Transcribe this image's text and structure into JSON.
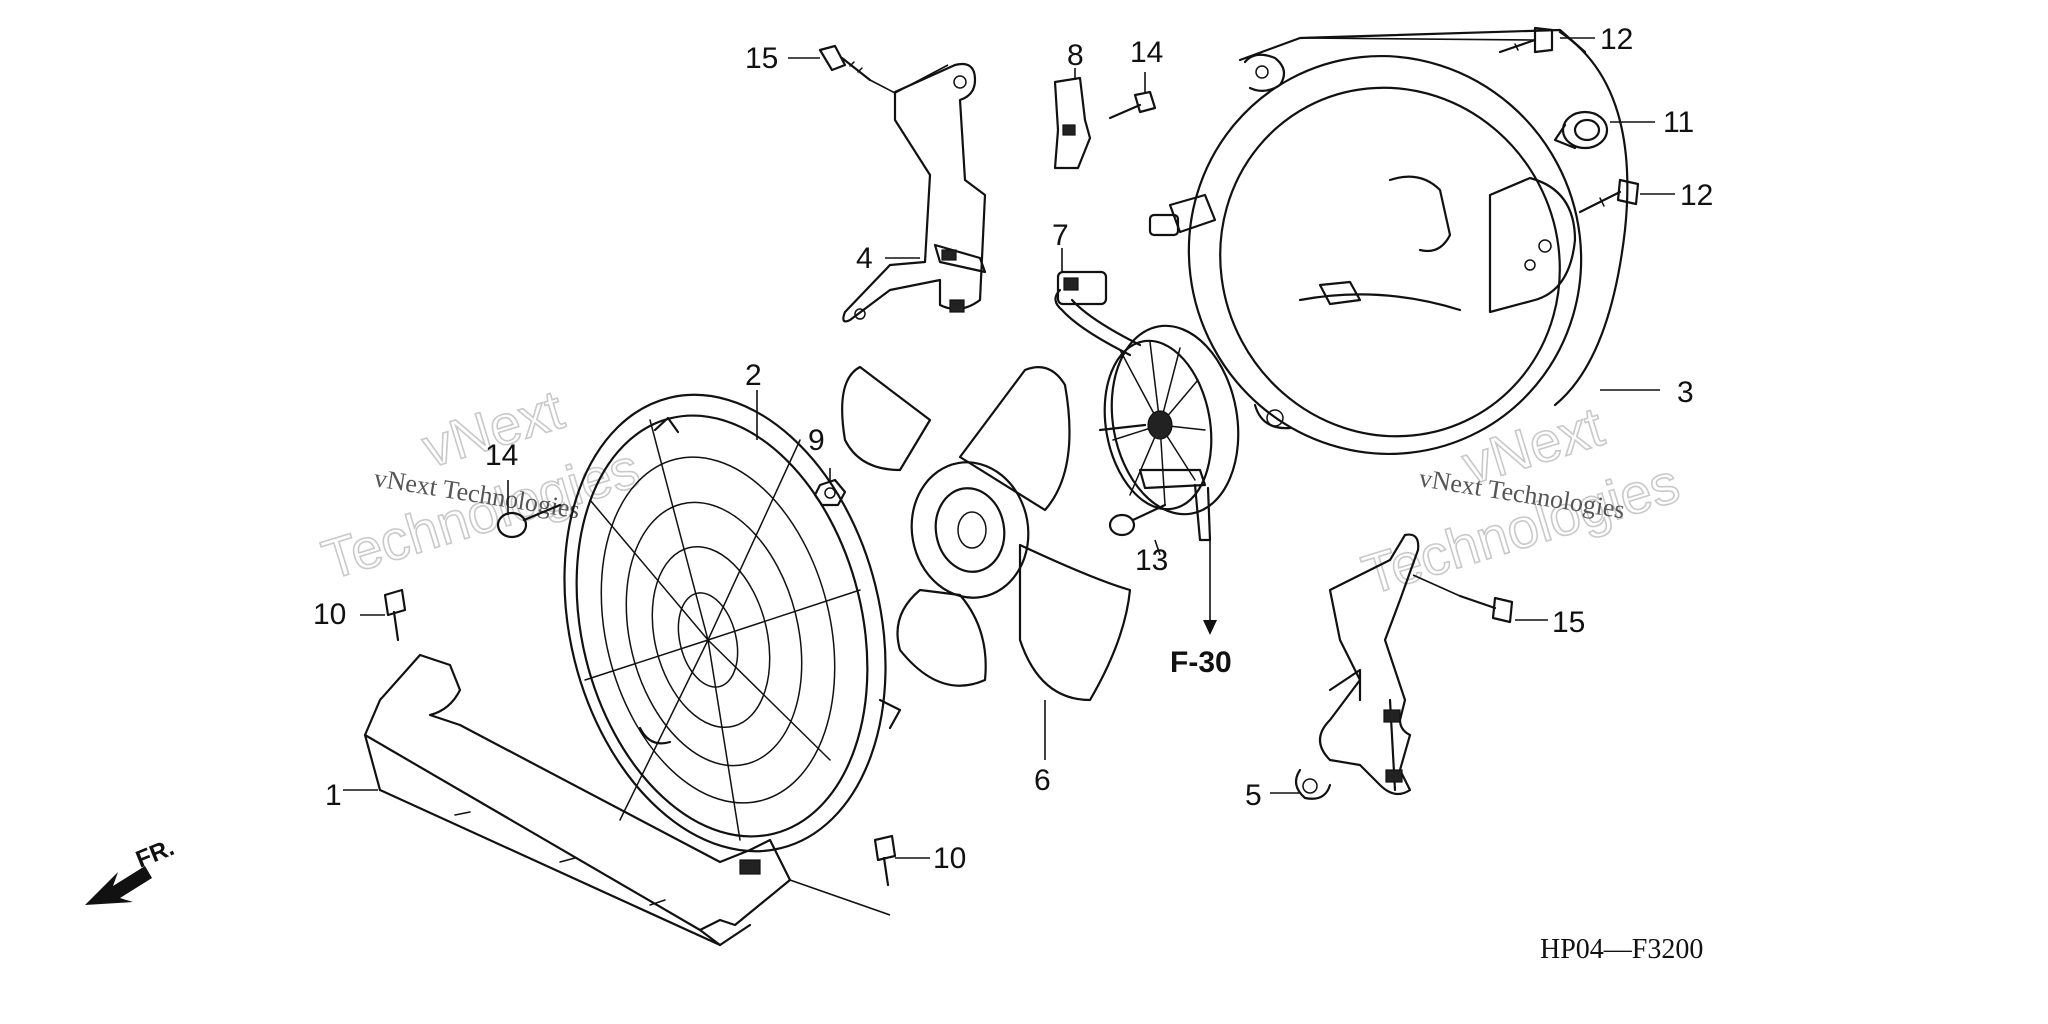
{
  "diagram": {
    "callouts": [
      {
        "id": "c1",
        "label": "1"
      },
      {
        "id": "c2",
        "label": "2"
      },
      {
        "id": "c3",
        "label": "3"
      },
      {
        "id": "c4",
        "label": "4"
      },
      {
        "id": "c5",
        "label": "5"
      },
      {
        "id": "c6",
        "label": "6"
      },
      {
        "id": "c7",
        "label": "7"
      },
      {
        "id": "c8",
        "label": "8"
      },
      {
        "id": "c9",
        "label": "9"
      },
      {
        "id": "c10a",
        "label": "10"
      },
      {
        "id": "c10b",
        "label": "10"
      },
      {
        "id": "c11",
        "label": "11"
      },
      {
        "id": "c12a",
        "label": "12"
      },
      {
        "id": "c12b",
        "label": "12"
      },
      {
        "id": "c13",
        "label": "13"
      },
      {
        "id": "c14a",
        "label": "14"
      },
      {
        "id": "c14b",
        "label": "14"
      },
      {
        "id": "c15a",
        "label": "15"
      },
      {
        "id": "c15b",
        "label": "15"
      }
    ],
    "reference_label": "F-30",
    "direction_label": "FR.",
    "diagram_code": "HP04—F3200",
    "watermarks": [
      {
        "big1": "vNext",
        "big2": "Technologies",
        "small": "vNext Technologies"
      },
      {
        "big1": "vNext",
        "big2": "Technologies",
        "small": "vNext Technologies"
      }
    ]
  }
}
